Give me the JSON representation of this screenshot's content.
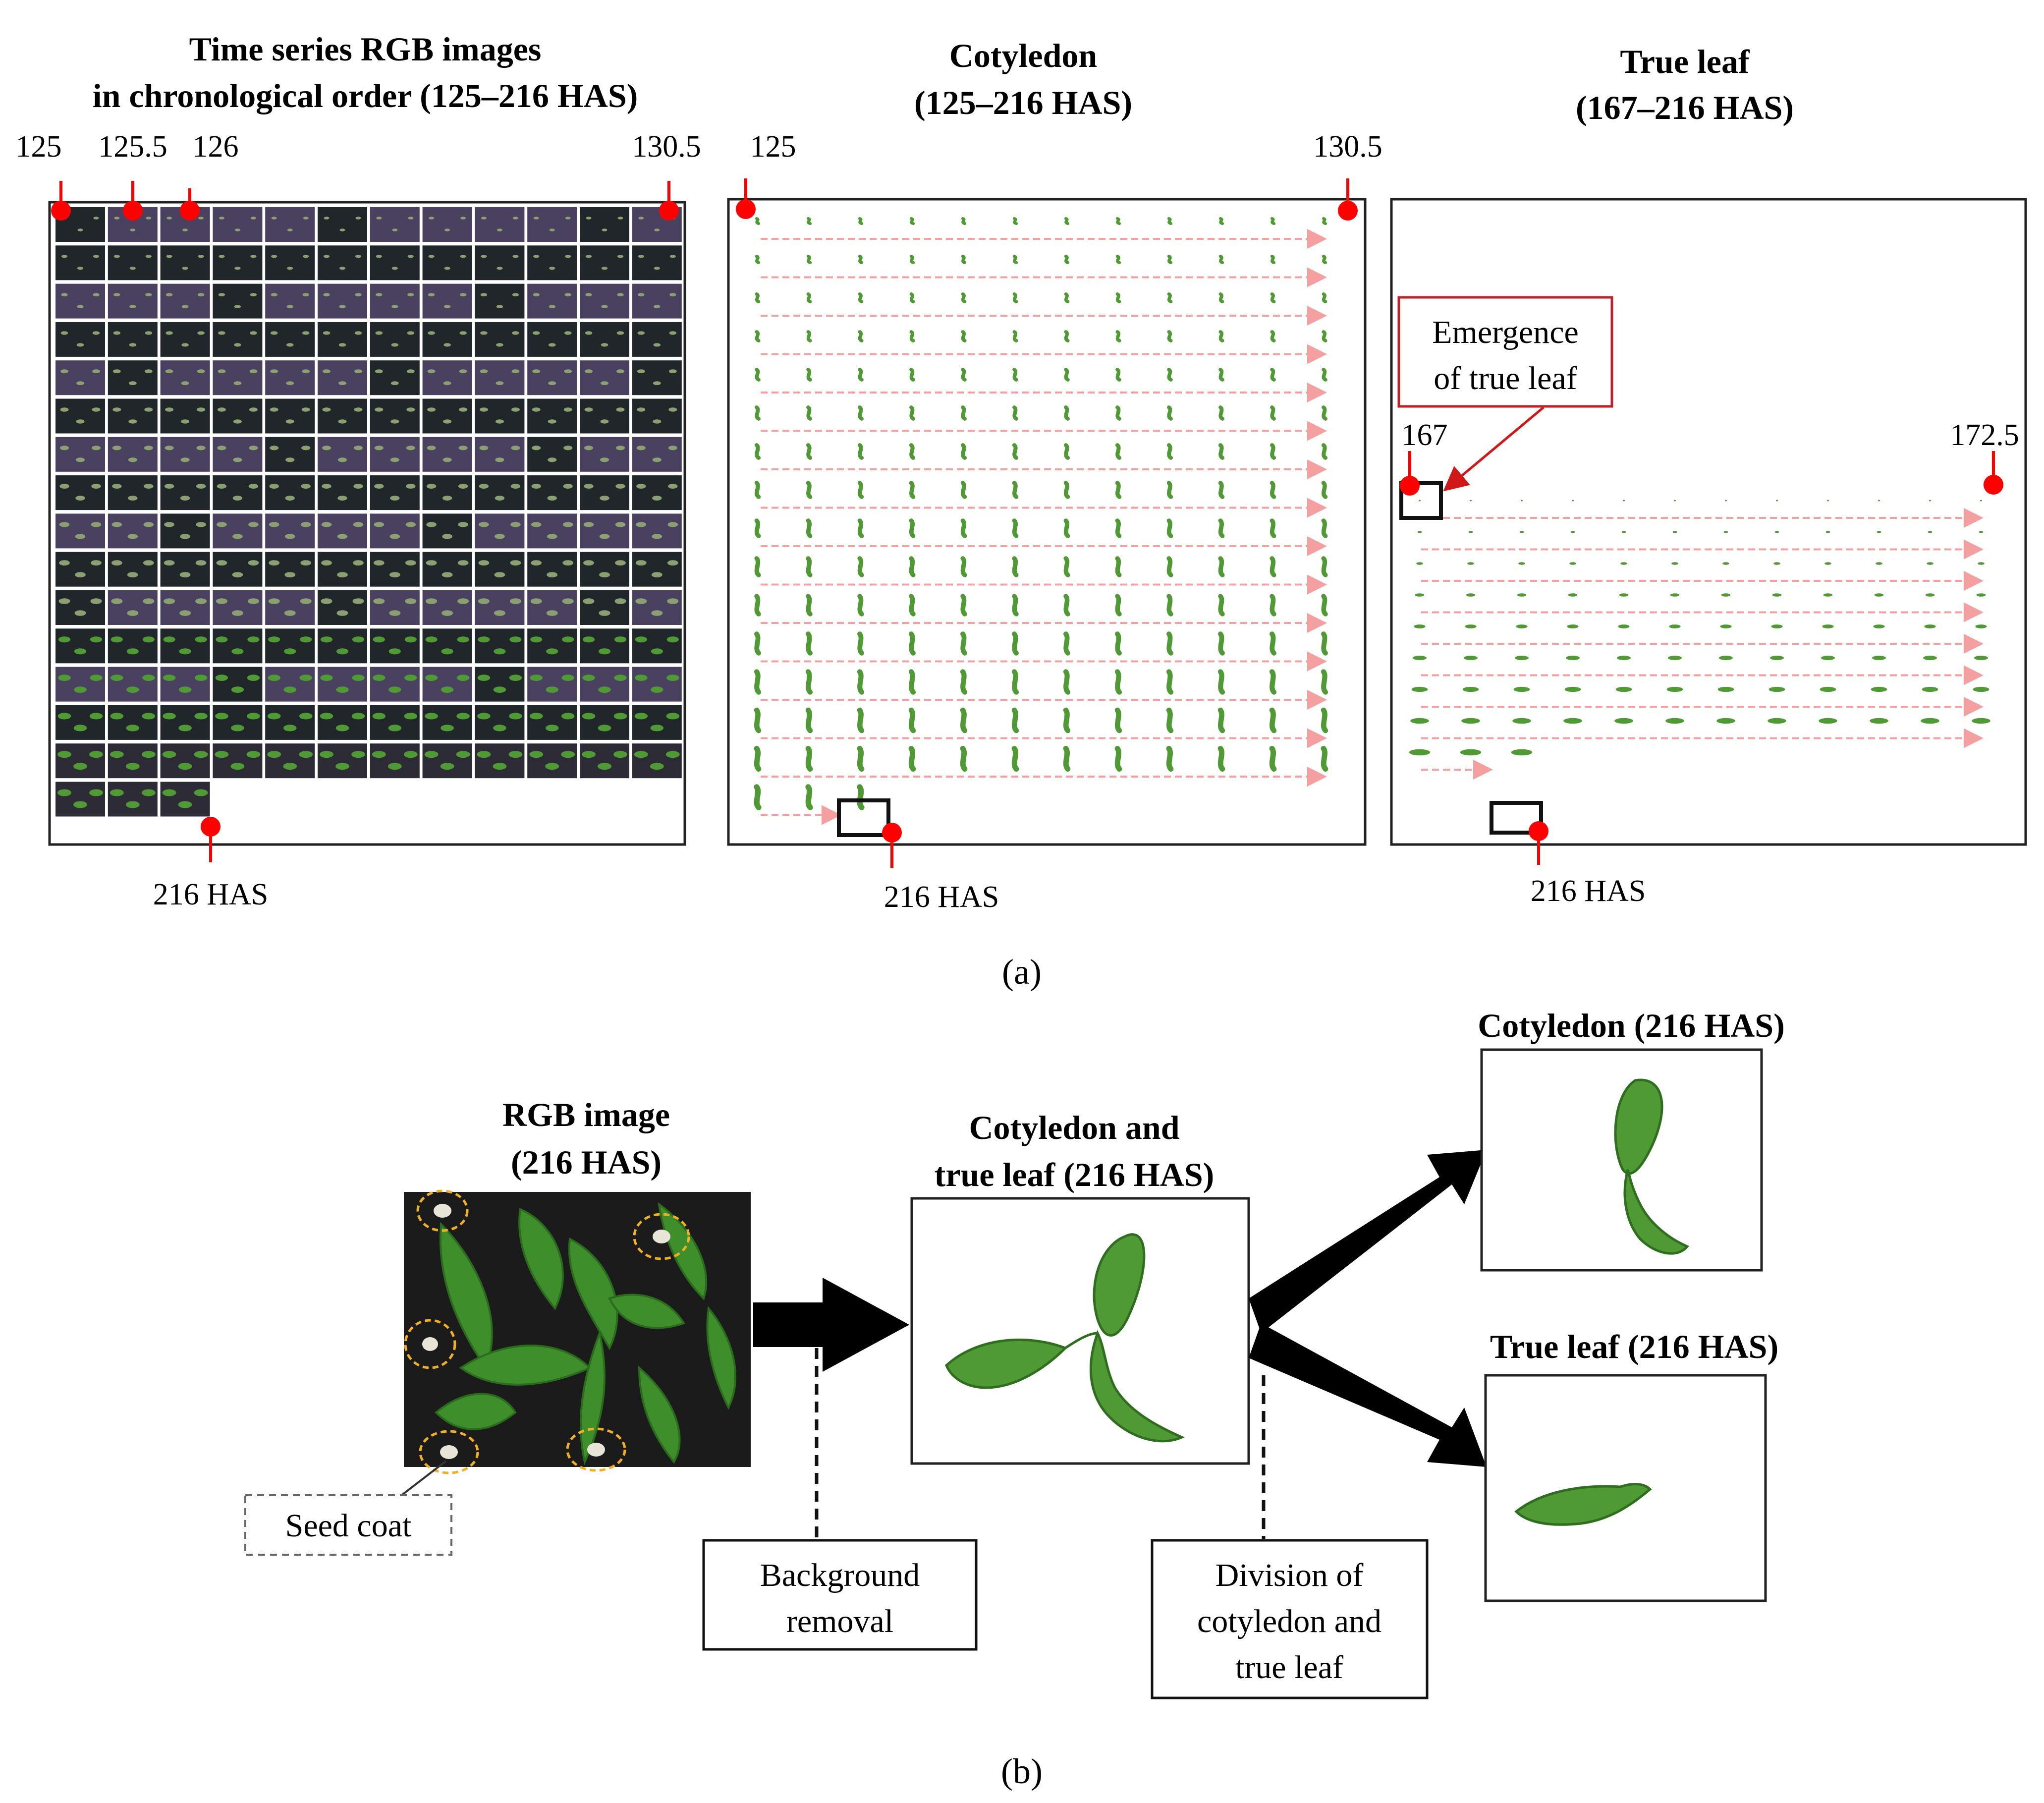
{
  "panel_a": {
    "caption": "(a)",
    "rgb_section": {
      "title_line1": "Time series RGB images",
      "title_line2": "in chronological order  (125–216 HAS)",
      "top_labels": [
        "125",
        "125.5",
        "126",
        "130.5"
      ],
      "bottom_label": "216 HAS",
      "grid": {
        "rows": 16,
        "cols": 12,
        "last_row_count": 3
      }
    },
    "cotyledon_section": {
      "title_line1": "Cotyledon",
      "title_line2": "(125–216 HAS)",
      "top_labels": [
        "125",
        "130.5"
      ],
      "bottom_label": "216 HAS",
      "grid": {
        "rows": 16,
        "cols": 12,
        "last_row_count": 3
      }
    },
    "true_leaf_section": {
      "title_line1": "True leaf",
      "title_line2": "(167–216 HAS)",
      "top_labels": [
        "167",
        "172.5"
      ],
      "bottom_label": "216 HAS",
      "callout": {
        "line1": "Emergence",
        "line2": "of true leaf"
      },
      "grid": {
        "rows": 9,
        "cols": 12,
        "last_row_count": 3
      }
    }
  },
  "panel_b": {
    "caption": "(b)",
    "rgb_image": {
      "title_line1": "RGB image",
      "title_line2": "(216 HAS)"
    },
    "seed_coat_label": "Seed coat",
    "combined": {
      "title_line1": "Cotyledon and",
      "title_line2": "true leaf (216 HAS)"
    },
    "background_removal": {
      "line1": "Background",
      "line2": "removal"
    },
    "division": {
      "line1": "Division of",
      "line2": "cotyledon and",
      "line3": "true leaf"
    },
    "cotyledon_out": {
      "title": "Cotyledon (216 HAS)"
    },
    "true_leaf_out": {
      "title": "True leaf (216 HAS)"
    }
  },
  "colors": {
    "marker": "#ff0000",
    "arrow_pink": "#f4a0a0",
    "leaf_green": "#4f9a34",
    "leaf_dark": "#2f6e1f",
    "tile_purple": "#4a4060",
    "tile_dark": "#20262a",
    "soil": "#1c1c1c",
    "callout_border": "#c0202a",
    "dashed_gray": "#555555"
  }
}
